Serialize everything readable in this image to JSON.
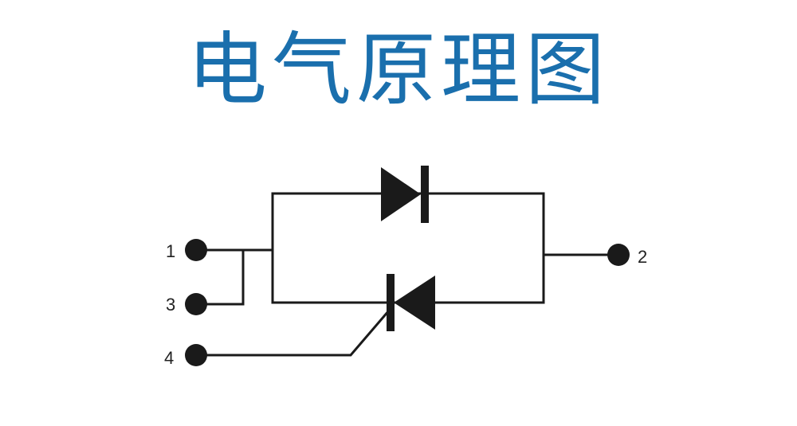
{
  "title": "电气原理图",
  "colors": {
    "title": "#1a6fad",
    "wire": "#1a1a1a",
    "terminal": "#1a1a1a"
  },
  "pins": [
    {
      "label": "1"
    },
    {
      "label": "3"
    },
    {
      "label": "4"
    },
    {
      "label": "2"
    }
  ],
  "components": [
    {
      "type": "diode",
      "name": "diode"
    },
    {
      "type": "thyristor",
      "name": "thyristor"
    }
  ]
}
